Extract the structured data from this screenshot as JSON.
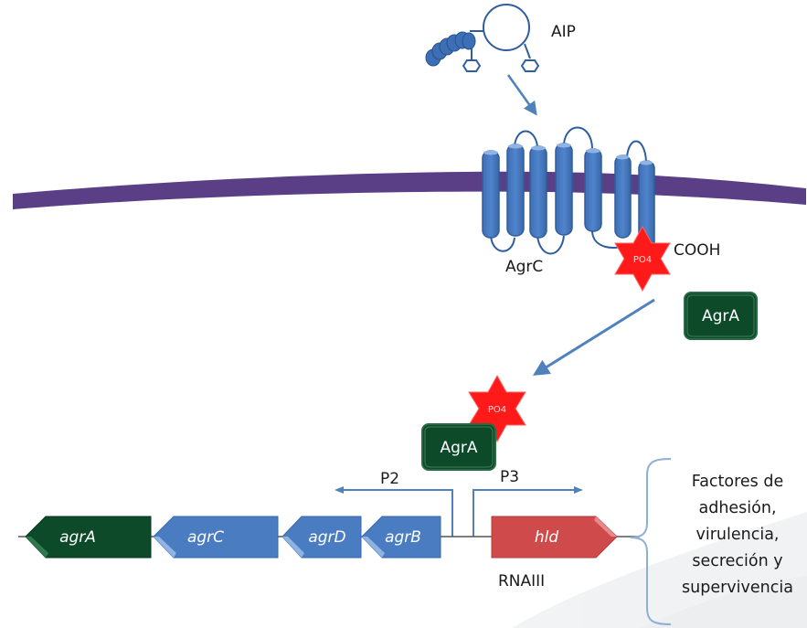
{
  "diagram": {
    "title": "agr quorum-sensing system",
    "colors": {
      "membrane": "#5b3f86",
      "protein_blue": "#4a7cc2",
      "protein_blue_dark": "#2f5d9e",
      "agrA_green": "#0c4a2a",
      "phosphate_red": "#ff1a1a",
      "hld_red": "#cf4b4b",
      "arrow_blue": "#4f81bd"
    },
    "labels": {
      "aip": "AIP",
      "agrc_receptor": "AgrC",
      "cooh": "COOH",
      "po4_membrane": "PO4",
      "agra_free": "AgrA",
      "po4_bound": "PO4",
      "agra_bound": "AgrA",
      "p2": "P2",
      "p3": "P3",
      "rnaiii": "RNAIII"
    },
    "genes": [
      {
        "name": "agrA",
        "color": "#0c4a2a",
        "direction": "left"
      },
      {
        "name": "agrC",
        "color": "#4a7cc2",
        "direction": "left"
      },
      {
        "name": "agrD",
        "color": "#4a7cc2",
        "direction": "left"
      },
      {
        "name": "agrB",
        "color": "#4a7cc2",
        "direction": "left"
      },
      {
        "name": "hld",
        "color": "#cf4b4b",
        "direction": "right"
      }
    ],
    "factors": {
      "lines": [
        "Factores de",
        "adhesión,",
        "virulencia,",
        "secreción y",
        "supervivencia"
      ]
    }
  }
}
